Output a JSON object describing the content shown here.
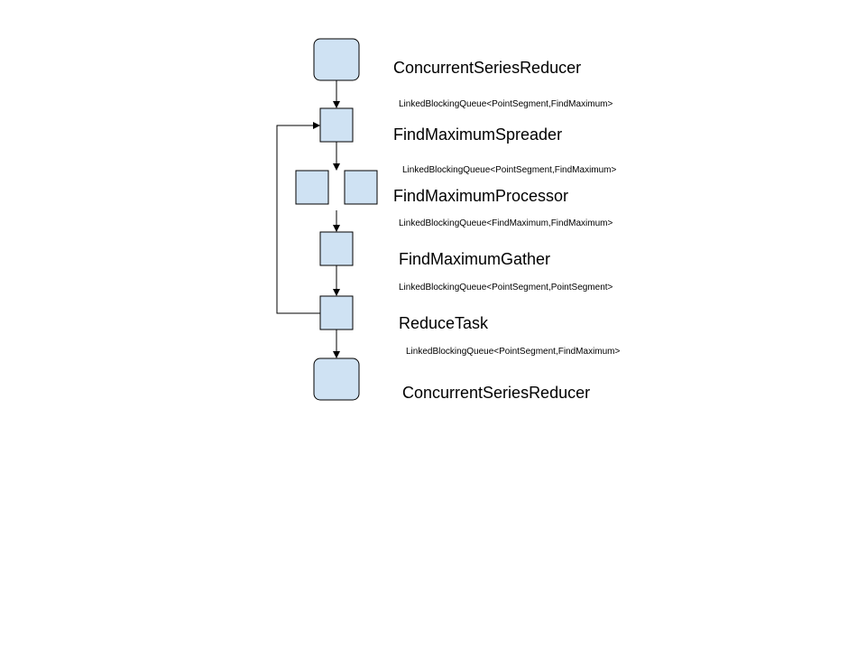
{
  "stages": [
    "ConcurrentSeriesReducer",
    "FindMaximumSpreader",
    "FindMaximumProcessor",
    "FindMaximumGather",
    "ReduceTask",
    "ConcurrentSeriesReducer"
  ],
  "queues": [
    "LinkedBlockingQueue<PointSegment,FindMaximum>",
    "LinkedBlockingQueue<PointSegment,FindMaximum>",
    "LinkedBlockingQueue<FindMaximum,FindMaximum>",
    "LinkedBlockingQueue<PointSegment,PointSegment>",
    "LinkedBlockingQueue<PointSegment,FindMaximum>"
  ],
  "colors": {
    "node_fill": "#cfe2f3",
    "stroke": "#000000"
  }
}
